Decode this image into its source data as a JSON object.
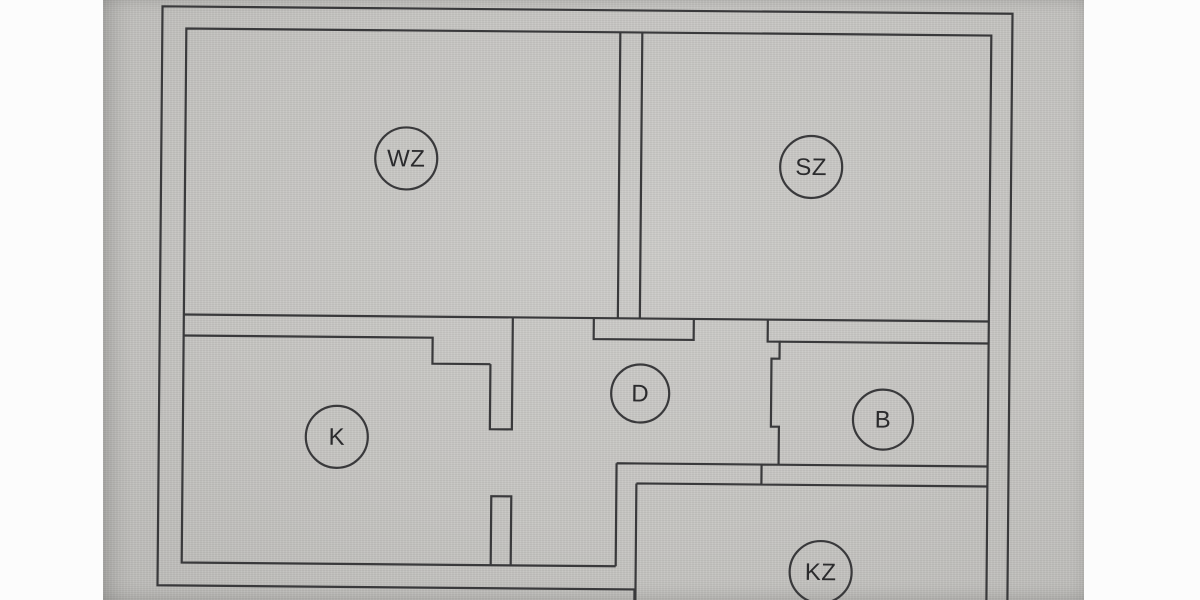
{
  "rooms": [
    {
      "id": "wz",
      "label": "WZ"
    },
    {
      "id": "sz",
      "label": "SZ"
    },
    {
      "id": "k",
      "label": "K"
    },
    {
      "id": "d",
      "label": "D"
    },
    {
      "id": "b",
      "label": "B"
    },
    {
      "id": "kz",
      "label": "KZ"
    }
  ],
  "colors": {
    "paper_white": "#fcfcfc",
    "photo_gray": "#c7c6c3",
    "wall_line": "#39393b",
    "label_text": "#2b2b2d"
  }
}
